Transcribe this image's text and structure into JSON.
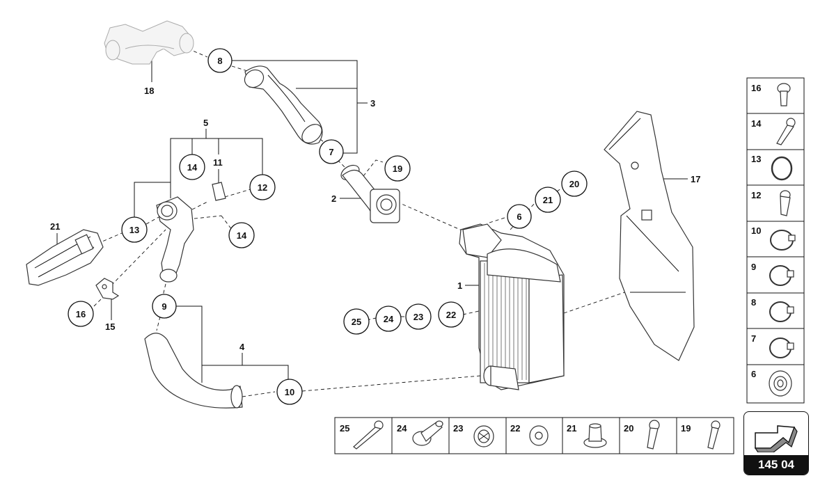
{
  "diagram": {
    "callouts": [
      "1",
      "2",
      "3",
      "4",
      "5",
      "6",
      "7",
      "8",
      "9",
      "10",
      "11",
      "12",
      "13",
      "14",
      "15",
      "16",
      "17",
      "18",
      "19",
      "20",
      "21",
      "22",
      "23",
      "24",
      "25"
    ]
  },
  "side_panel": {
    "rows": [
      "16",
      "14",
      "13",
      "12",
      "10",
      "9",
      "8",
      "7",
      "6"
    ]
  },
  "bottom_panel": {
    "cells": [
      "25",
      "24",
      "23",
      "22",
      "21",
      "20",
      "19"
    ]
  },
  "nav": {
    "page_number": "145 04",
    "arrow_icon": "next-page-arrow-icon"
  },
  "colors": {
    "line": "#111111",
    "ghost_part": "#aaaaaa",
    "nav_bar": "#111111"
  }
}
